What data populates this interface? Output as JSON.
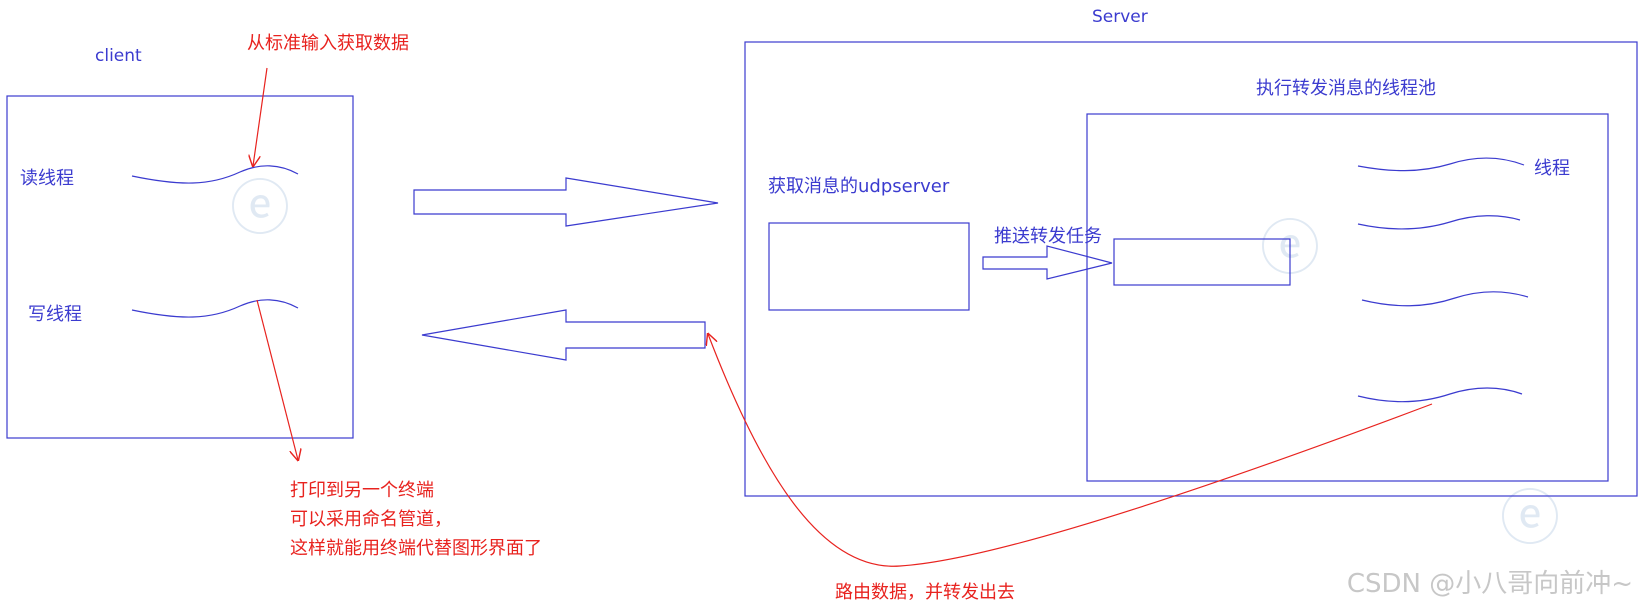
{
  "labels": {
    "client": "client",
    "server": "Server",
    "read_thread": "读线程",
    "write_thread": "写线程",
    "stdin_note": "从标准输入获取数据",
    "pool_title": "执行转发消息的线程池",
    "udpserver": "获取消息的udpserver",
    "push_task": "推送转发任务",
    "thread": "线程",
    "route_note": "路由数据，并转发出去"
  },
  "terminal_note": [
    "打印到另一个终端",
    "可以采用命名管道，",
    "这样就能用终端代替图形界面了"
  ],
  "watermark": "CSDN @小八哥向前冲~",
  "colors": {
    "blue": "#3b3bcf",
    "red": "#e8231f"
  }
}
